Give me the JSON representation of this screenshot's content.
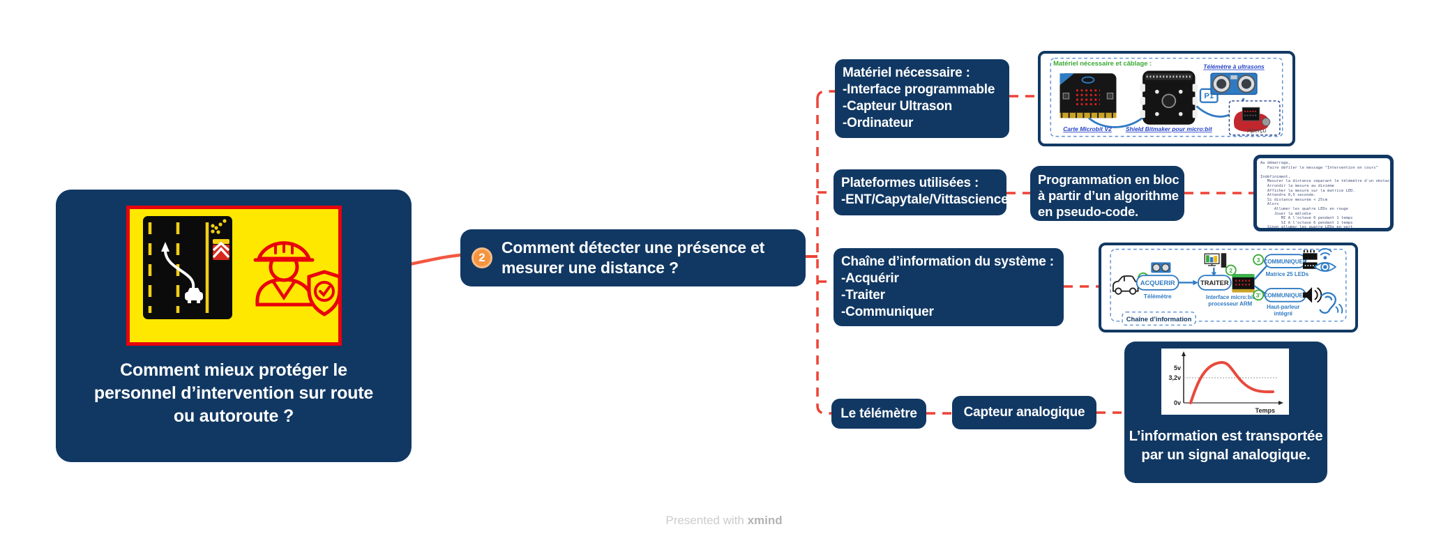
{
  "root_topic": {
    "lines": [
      "Comment mieux protéger le",
      "personnel d’intervention sur route",
      "ou autoroute ?"
    ]
  },
  "central_topic": {
    "badge": "2",
    "lines": [
      "Comment détecter une présence et",
      "mesurer une distance ?"
    ]
  },
  "branch_materiel": {
    "lines": [
      "Matériel nécessaire :",
      "-Interface programmable",
      "-Capteur Ultrason",
      "-Ordinateur"
    ]
  },
  "materiel_image": {
    "title": "Matériel nécessaire et câblage :",
    "sensor_label": "Télémètre à ultrasons",
    "microbit_label": "Carte Microbit V2",
    "shield_label": "Shield Bitmaker pour micro:bit",
    "pin_label": "P1",
    "preview_label": "Aperçu"
  },
  "branch_plateformes": {
    "lines": [
      "Plateformes utilisées :",
      "-ENT/Capytale/Vittascience"
    ]
  },
  "programmation": {
    "lines": [
      "Programmation en bloc",
      "à partir d’un algorithme",
      "en pseudo-code."
    ]
  },
  "code_image": {
    "lines": [
      "Au démarrage,",
      "   Faire défiler le message \"Intervention en cours\"",
      "",
      "Indéfiniment,",
      "   Mesurer la distance séparant le télémètre d'un obstacle",
      "   Arrondir la mesure au dixième",
      "   Afficher la mesure sur la matrice LED.",
      "   Attendre 0,5 seconde.",
      "   Si distance mesurée < 25cm",
      "   Alors",
      "      Allumer les quatre LEDs en rouge",
      "      Jouer la mélodie",
      "         MI A l'octave 6 pendant 1 temps",
      "         SI A l'octave 6 pendant 1 temps",
      "   Sinon allumer les quatre LEDs en vert"
    ]
  },
  "branch_chaine": {
    "lines": [
      "Chaîne d’information du système :",
      "-Acquérir",
      "-Traiter",
      "-Communiquer"
    ]
  },
  "chaine_diagram": {
    "step1_num": "1",
    "step1_box": "ACQUERIR",
    "step1_label": "Télémètre",
    "step2_num": "2",
    "step2_box": "TRAITER",
    "step2_label_1": "Interface micro:bit",
    "step2_label_2": "processeur ARM",
    "step3_num": "3",
    "step3_box": "COMMUNIQUER",
    "step3_label": "Matrice 25 LEDs",
    "step4_num": "3'",
    "step4_box": "COMMUNIQUER",
    "step4_label_1": "Haut-parleur",
    "step4_label_2": "intégré",
    "caption": "Chaîne d’information"
  },
  "branch_telemetre": {
    "label": "Le télémètre"
  },
  "capteur": {
    "label": "Capteur analogique"
  },
  "signal": {
    "lines": [
      "L’information est transportée",
      "par un signal analogique."
    ],
    "graph": {
      "tick_5v": "5v",
      "tick_32v": "3,2v",
      "tick_0v": "0v",
      "x_label": "Temps"
    }
  },
  "footer": {
    "prefix": "Presented with ",
    "brand": "xmind"
  }
}
